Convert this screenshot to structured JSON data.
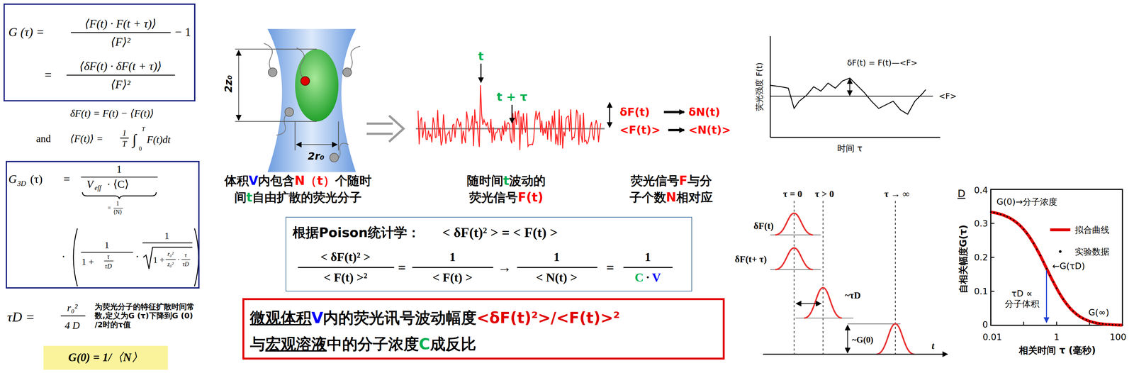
{
  "diagram": {
    "nodes": [
      {
        "text": [
          "G (τ) =",
          "⟨F(t) · F(t + τ)⟩",
          "⟨F⟩²",
          "− 1",
          "=",
          "⟨δF(t) · δF(t + τ)⟩",
          "⟨F⟩²"
        ]
      },
      {
        "text": [
          "G",
          "3D",
          "(τ)",
          "=",
          "1",
          "V",
          "eff",
          "· ⟨C⟩",
          "=",
          "1",
          "⟨N⟩",
          "·",
          "1",
          "1 +",
          "τ",
          "τD",
          "·",
          "1",
          "1 +",
          "r₀²",
          "z₀²",
          "·",
          "τ",
          "τD"
        ]
      },
      {
        "text": [
          "G(0) = 1/〈N〉"
        ]
      },
      {
        "text": [
          "根据Poison统计学：",
          "< δF(t)² > = < F(t) >",
          "< δF(t)² >",
          "< F(t) >²",
          "=",
          "1",
          "< F(t) >",
          "→",
          "1",
          "< N(t) >",
          "=",
          "1",
          "C",
          "·",
          "V"
        ]
      },
      {
        "text": [
          "微观体积",
          "V",
          "内的荧光讯号波动幅度",
          "<δF(t)²>/<F(t)>²",
          "与",
          "宏观溶液",
          "中的分子浓度",
          "C",
          "成反比"
        ]
      }
    ],
    "labels": [
      "δF(t) = F(t) − ⟨F(t)⟩",
      "and",
      "⟨F(t)⟩ =",
      "1",
      "T",
      "∫",
      "T",
      "0",
      "F(t)dt",
      "τD =",
      "r₀²",
      "4 D",
      "为荧光分子的特征扩散时间常数,定义为G (τ)下降到G (0) /2时的τ值",
      "2z₀",
      "2r₀",
      "体积",
      "V",
      "内包含",
      "N（t）",
      "个随时",
      "间",
      "t",
      "自由扩散的荧光分子",
      "t",
      "t + τ",
      "δF(t)",
      "δN(t)",
      "<F(t)>",
      "<N(t)>",
      "随时间",
      "t",
      "波动的",
      "荧光信号",
      "F(t)",
      "荧光信号",
      "F",
      "与分",
      "子个数",
      "N",
      "相对应",
      "δF(t) = F(t)—<F>",
      "<F>",
      "荧光强度 F(t)",
      "时间 τ",
      "τ = 0",
      "τ > 0",
      "τ → ∞",
      "δF(t)",
      "δF(t+ τ)",
      "~τD",
      "~G(0)",
      "t",
      "D",
      "0.4",
      "0.3",
      "0.2",
      "0.1",
      "0",
      "0.01",
      "1",
      "100",
      "相关时间 τ (毫秒)",
      "自相关幅度G(τ)",
      "G(0)→分子浓度",
      "←G(τD)",
      "τD ∝ 分子体积",
      "G(∞)"
    ],
    "legend": [
      {
        "text": "拟合曲线"
      },
      {
        "text": "实验数据"
      }
    ]
  }
}
